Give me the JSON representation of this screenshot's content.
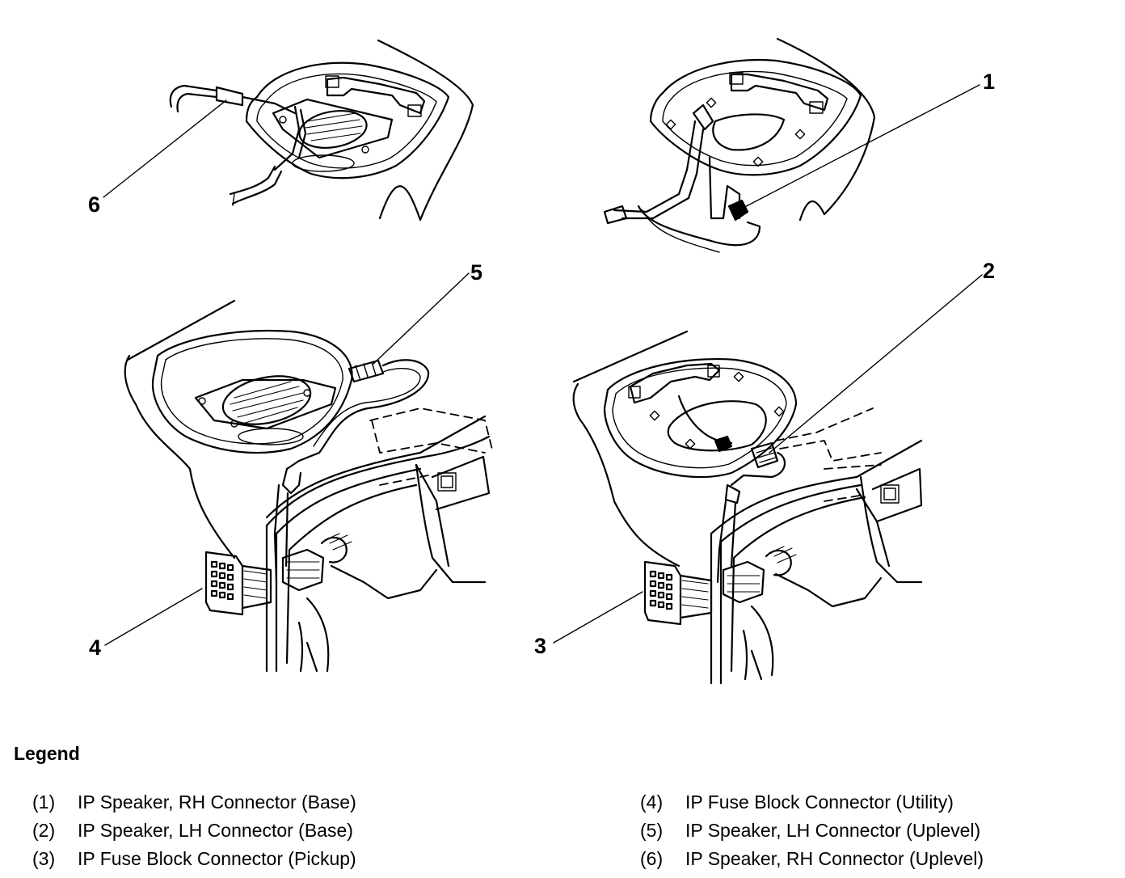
{
  "callouts": [
    "1",
    "2",
    "3",
    "4",
    "5",
    "6"
  ],
  "legend": {
    "title": "Legend",
    "items": [
      {
        "num": "(1)",
        "text": "IP Speaker, RH Connector (Base)"
      },
      {
        "num": "(2)",
        "text": "IP Speaker, LH Connector (Base)"
      },
      {
        "num": "(3)",
        "text": "IP Fuse Block Connector (Pickup)"
      },
      {
        "num": "(4)",
        "text": "IP Fuse Block Connector (Utility)"
      },
      {
        "num": "(5)",
        "text": "IP Speaker, LH Connector (Uplevel)"
      },
      {
        "num": "(6)",
        "text": "IP Speaker, RH Connector (Uplevel)"
      }
    ]
  }
}
